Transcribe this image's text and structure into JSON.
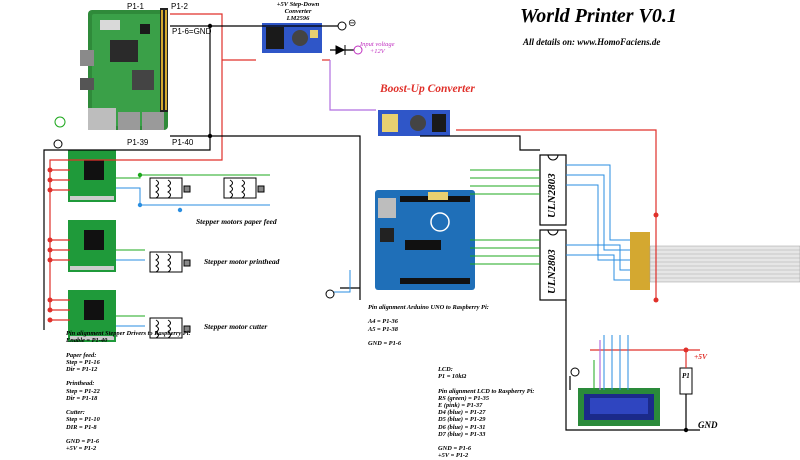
{
  "title": "World Printer V0.1",
  "subtitle": "All details on: www.HomoFaciens.de",
  "boost_label": "Boost-Up Converter",
  "stepdown": {
    "lines": [
      "+5V Step-Down",
      "Converter",
      "LM2596"
    ]
  },
  "input_voltage": {
    "lines": [
      "Input voltage",
      "+12V"
    ]
  },
  "pi_labels": {
    "p1_1": "P1-1",
    "p1_2": "P1-2",
    "p1_6": "P1-6=GND",
    "p1_39": "P1-39",
    "p1_40": "P1-40"
  },
  "gnd_symbol": "⊖",
  "motors": {
    "paper": "Stepper motors paper feed",
    "printhead": "Stepper motor printhead",
    "cutter": "Stepper motor cutter"
  },
  "uln": [
    "ULN2803",
    "ULN2803"
  ],
  "lcd_power": {
    "v5": "+5V",
    "gnd": "GND",
    "p1": "P1"
  },
  "notes_left": [
    "Pin alignment Stepper Drivers to Raspberry Pi:",
    "Enable = P1-40",
    "",
    "Paper feed:",
    "Step = P1-16",
    "Dir = P1-12",
    "",
    "Printhead:",
    "Step = P1-22",
    "Dir = P1-18",
    "",
    "Cutter:",
    "Step = P1-10",
    "DIR = P1-8",
    "",
    "GND = P1-6",
    "+5V = P1-2"
  ],
  "notes_arduino": [
    "Pin alignment Arduino UNO to Raspberry Pi:",
    "",
    "A4 = P1-36",
    "A5 = P1-38",
    "",
    "GND = P1-6"
  ],
  "notes_lcd": [
    "LCD:",
    "P1 = 10kΩ",
    "",
    "Pin alignment LCD to Raspberry Pi:",
    "RS (green) = P1-35",
    "E (pink) = P1-37",
    "D4 (blue) = P1-27",
    "D5 (blue) = P1-29",
    "D6 (blue) = P1-31",
    "D7 (blue) = P1-33",
    "",
    "GND = P1-6",
    "+5V = P1-2"
  ],
  "colors": {
    "red": "#e0302a",
    "green": "#1ea81e",
    "blue": "#2a8ee0",
    "purple": "#b06ee0",
    "black": "#000000",
    "title_red": "#e0302a"
  }
}
